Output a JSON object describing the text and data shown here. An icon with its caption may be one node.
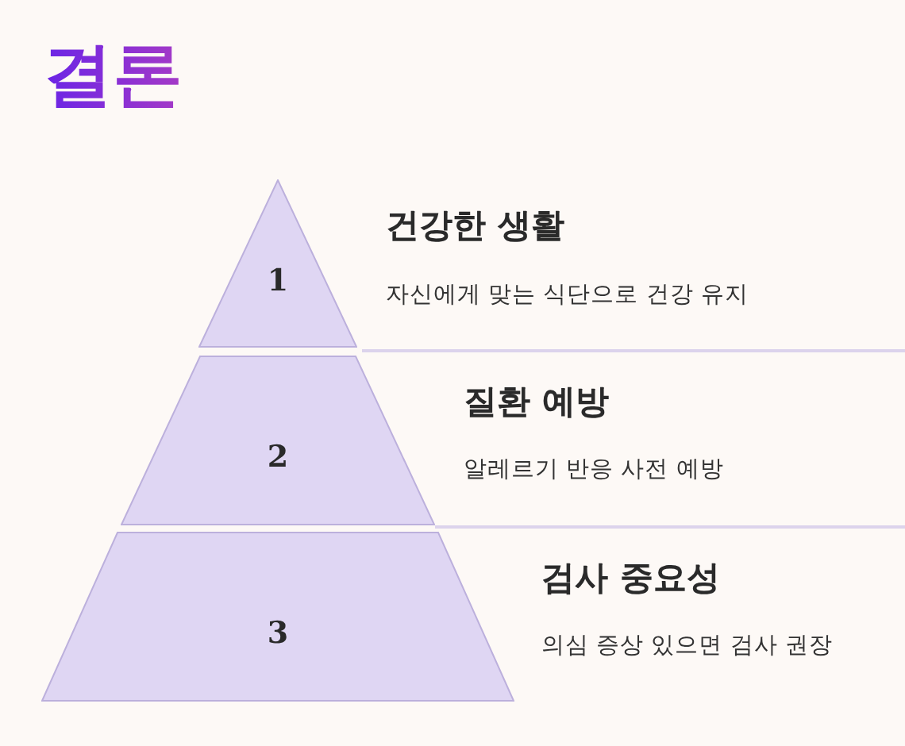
{
  "diagram": {
    "title": "결론",
    "nodes": [
      {
        "text": [
          "1"
        ],
        "beside": [
          "건강한 생활",
          "자신에게 맞는 식단으로 건강 유지"
        ]
      },
      {
        "text": [
          "2"
        ],
        "beside": [
          "질환 예방",
          "알레르기 반응 사전 예방"
        ]
      },
      {
        "text": [
          "3"
        ],
        "beside": [
          "검사 중요성",
          "의심 증상 있으면 검사 권장"
        ]
      }
    ],
    "edges": []
  }
}
